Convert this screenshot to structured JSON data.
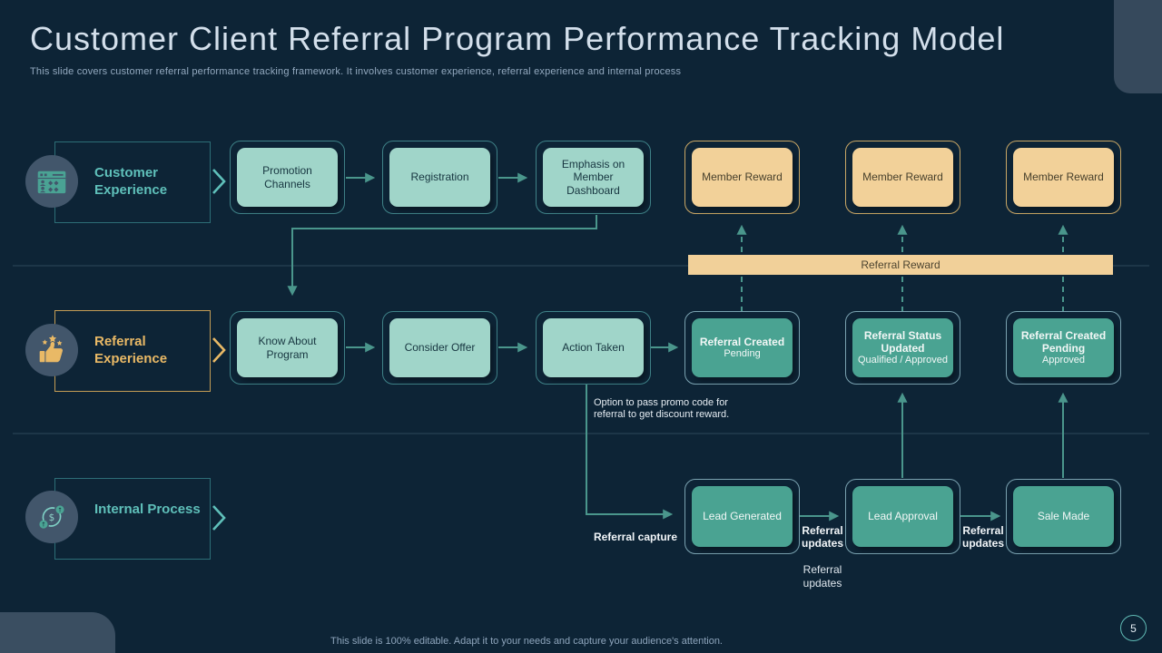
{
  "header": {
    "title": "Customer Client Referral Program Performance Tracking Model",
    "subtitle": "This slide covers customer referral performance tracking framework. It involves customer experience, referral experience and internal process"
  },
  "lanes": [
    {
      "label": "Customer Experience",
      "icon": "member-dashboard-icon"
    },
    {
      "label": "Referral Experience",
      "icon": "thumbs-up-stars-icon"
    },
    {
      "label": "Internal Process",
      "icon": "money-cycle-icon"
    }
  ],
  "customer_row": {
    "steps": [
      "Promotion Channels",
      "Registration",
      "Emphasis on Member Dashboard"
    ],
    "rewards": [
      "Member Reward",
      "Member Reward",
      "Member Reward"
    ]
  },
  "reward_band": {
    "label": "Referral Reward"
  },
  "referral_row": {
    "steps": [
      "Know About Program",
      "Consider Offer",
      "Action Taken"
    ],
    "states": [
      {
        "title": "Referral Created",
        "subtitle": "Pending"
      },
      {
        "title": "Referral Status Updated",
        "subtitle": "Qualified / Approved"
      },
      {
        "title": "Referral Created Pending",
        "subtitle": "Approved"
      }
    ],
    "note": "Option to pass promo code for referral to get discount reward."
  },
  "internal_row": {
    "steps": [
      "Lead Generated",
      "Lead Approval",
      "Sale Made"
    ],
    "capture_label": "Referral capture",
    "updates_label_1": "Referral updates",
    "updates_label_2": "Referral updates",
    "updates_label_3": "Referral updates"
  },
  "footer": {
    "note": "This slide is 100% editable. Adapt it to your needs and capture your audience's attention.",
    "page_number": "5"
  },
  "colors": {
    "background": "#0d2436",
    "accent_teal": "#4ba494",
    "accent_orange": "#e9b966",
    "light_box": "#a0d5c9",
    "tan_box": "#f1d099",
    "connector": "#4a968c"
  }
}
